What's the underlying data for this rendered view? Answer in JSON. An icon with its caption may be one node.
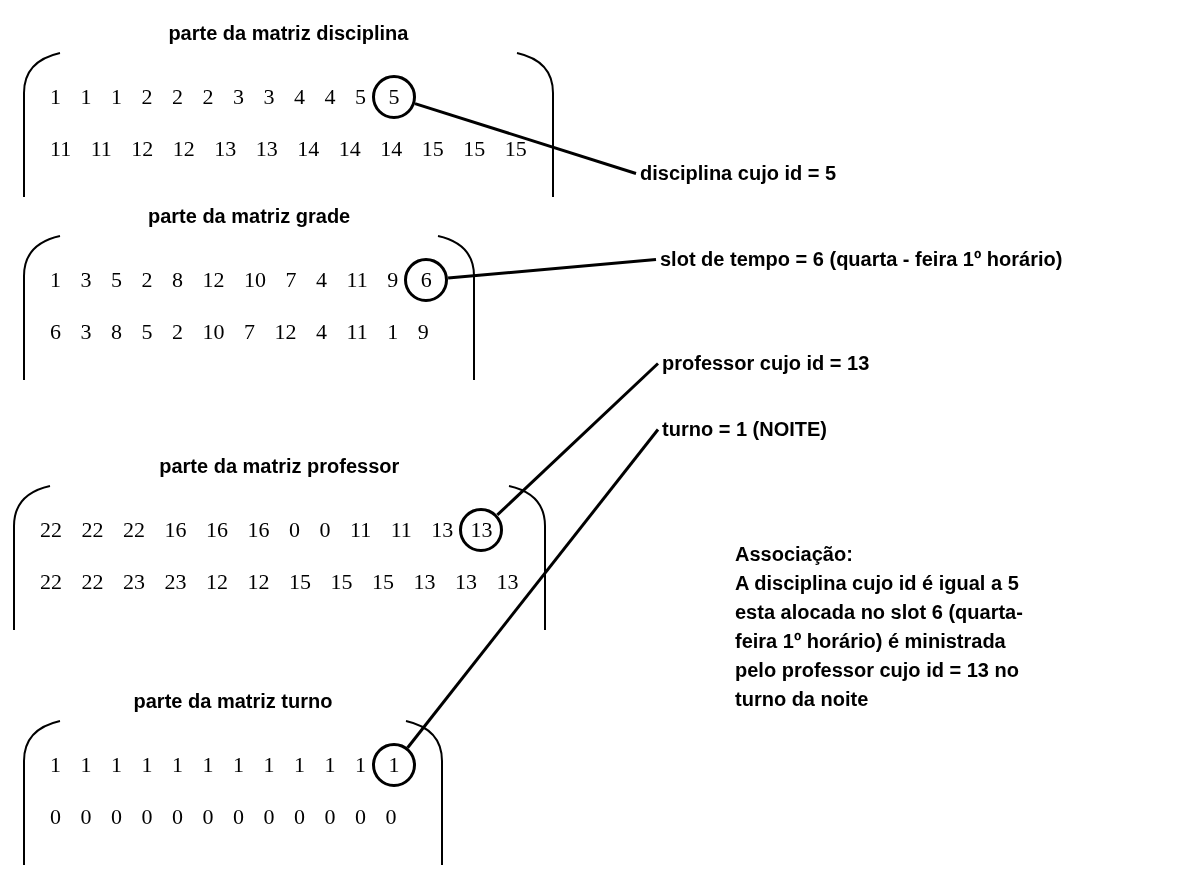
{
  "diagram": {
    "nodes": [
      {
        "text": [
          "parte da matriz disciplina",
          "1 1 1 2 2 2 3 3 4 4 5",
          "11 11 12 12 13 13 14 14 14 15 15 15"
        ]
      },
      {
        "text": [
          "5"
        ],
        "in": 0
      },
      {
        "text": [
          "disciplina cujo id = 5"
        ]
      },
      {
        "text": [
          "parte da matriz grade",
          "1 3 5 2 8 12 10 7 4 11 9",
          "6 3 8 5 2 10 7 12 4 11 1 9"
        ]
      },
      {
        "text": [
          "6"
        ],
        "in": 3
      },
      {
        "text": [
          "slot de tempo = 6 (quarta - feira 1º horário)"
        ]
      },
      {
        "text": [
          "professor cujo id = 13"
        ]
      },
      {
        "text": [
          "turno = 1 (NOITE)"
        ]
      },
      {
        "text": [
          "parte da matriz professor",
          "22 22 22 16 16 16 0 0 11 11 13",
          "22 22 23 23 12 12 15 15 15 13 13 13"
        ]
      },
      {
        "text": [
          "13"
        ],
        "in": 8
      },
      {
        "text": [
          "parte da matriz turno",
          "1 1 1 1 1 1 1 1 1 1 1",
          "0 0 0 0 0 0 0 0 0 0 0 0"
        ]
      },
      {
        "text": [
          "1"
        ],
        "in": 10
      }
    ],
    "edges": [
      {
        "from": 1,
        "to": 2,
        "arrow": "none"
      },
      {
        "from": 4,
        "to": 5,
        "arrow": "none"
      },
      {
        "from": 9,
        "to": 6,
        "arrow": "none"
      },
      {
        "from": 11,
        "to": 7,
        "arrow": "none"
      }
    ],
    "labels": [
      "Associação:",
      "A disciplina cujo id é igual a 5 esta alocada no slot 6 (quarta-feira 1º horário) é ministrada pelo professor cujo id = 13 no turno da noite"
    ]
  }
}
